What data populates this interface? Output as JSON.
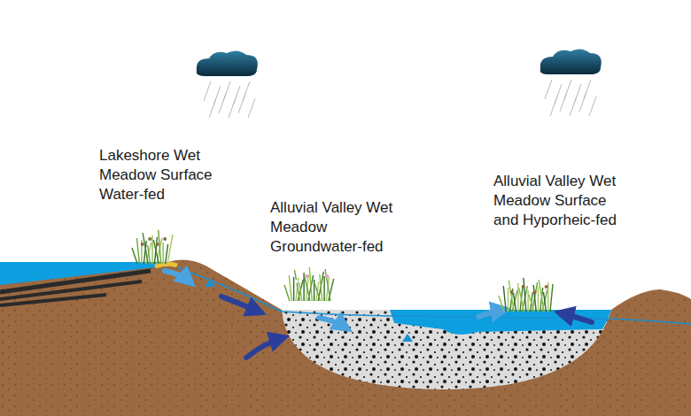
{
  "diagram": {
    "labels": [
      "Lakeshore Wet Meadow Surface Water-fed",
      "Alluvial Valley Wet Meadow Groundwater-fed",
      "Alluvial Valley Wet Meadow Surface and Hyporheic-fed"
    ]
  }
}
